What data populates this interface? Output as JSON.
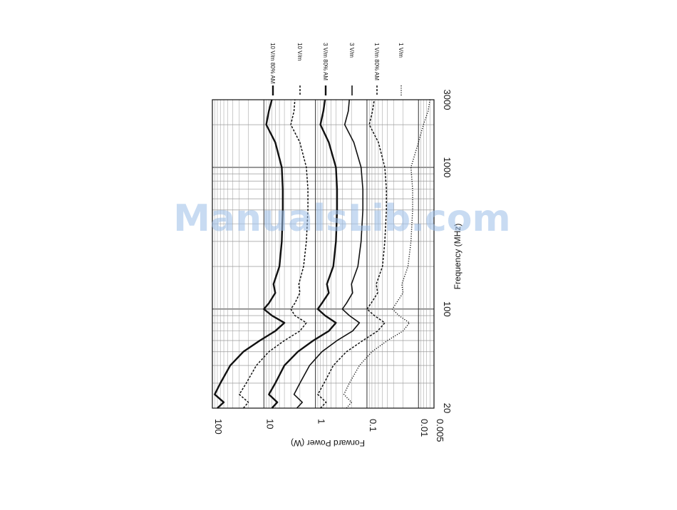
{
  "watermark": "ManualsLib.com",
  "chart_data": {
    "type": "line",
    "orientation": "rotated-90-clockwise",
    "xlabel": "Frequency (MHz)",
    "ylabel": "Forward Power (W)",
    "xscale": "log",
    "yscale": "log",
    "xlim": [
      20,
      3000
    ],
    "ylim": [
      0.005,
      100
    ],
    "xticks": [
      20,
      100,
      1000,
      3000
    ],
    "xtick_labels": [
      "20",
      "100",
      "1000",
      "3000"
    ],
    "yticks": [
      100,
      10,
      1,
      0.1,
      0.01,
      0.005
    ],
    "ytick_labels": [
      "100",
      "10",
      "1",
      "0.1",
      "0.01",
      "0.005"
    ],
    "grid": true,
    "legend_position": "right",
    "series": [
      {
        "name": "10 V/m 80% AM",
        "style": "solid-bold",
        "x": [
          20,
          22,
          25,
          30,
          40,
          50,
          60,
          70,
          80,
          90,
          100,
          110,
          130,
          150,
          200,
          300,
          500,
          700,
          1000,
          1500,
          2000,
          2500,
          3000
        ],
        "y": [
          80,
          60,
          90,
          70,
          45,
          25,
          12,
          6,
          4,
          7,
          10,
          8,
          6,
          6.5,
          5,
          4.5,
          4.3,
          4.3,
          4.5,
          6,
          9,
          8,
          7
        ]
      },
      {
        "name": "10 V/m",
        "style": "dashed",
        "x": [
          20,
          22,
          25,
          30,
          40,
          50,
          60,
          70,
          80,
          90,
          100,
          110,
          130,
          150,
          200,
          300,
          500,
          700,
          1000,
          1500,
          2000,
          2500,
          3000
        ],
        "y": [
          25,
          20,
          30,
          22,
          14,
          8,
          4,
          2,
          1.5,
          2.5,
          3,
          2.5,
          2,
          2.1,
          1.7,
          1.5,
          1.4,
          1.4,
          1.5,
          2,
          3,
          2.6,
          2.5
        ]
      },
      {
        "name": "3 V/m 80% AM",
        "style": "solid-bold",
        "x": [
          20,
          22,
          25,
          30,
          40,
          50,
          60,
          70,
          80,
          90,
          100,
          110,
          130,
          150,
          200,
          300,
          500,
          700,
          1000,
          1500,
          2000,
          2500,
          3000
        ],
        "y": [
          7,
          5.5,
          8,
          6,
          4,
          2.2,
          1.1,
          0.55,
          0.4,
          0.65,
          0.9,
          0.75,
          0.55,
          0.6,
          0.45,
          0.4,
          0.38,
          0.38,
          0.4,
          0.55,
          0.8,
          0.7,
          0.65
        ]
      },
      {
        "name": "3 V/m",
        "style": "solid",
        "x": [
          20,
          22,
          25,
          30,
          40,
          50,
          60,
          70,
          80,
          90,
          100,
          110,
          130,
          150,
          200,
          300,
          500,
          700,
          1000,
          1500,
          2000,
          2500,
          3000
        ],
        "y": [
          2.3,
          1.8,
          2.6,
          2,
          1.3,
          0.75,
          0.38,
          0.19,
          0.14,
          0.22,
          0.3,
          0.25,
          0.19,
          0.2,
          0.15,
          0.13,
          0.12,
          0.12,
          0.13,
          0.18,
          0.27,
          0.23,
          0.22
        ]
      },
      {
        "name": "1 V/m 80% AM",
        "style": "dashed",
        "x": [
          20,
          22,
          25,
          30,
          40,
          50,
          60,
          70,
          80,
          90,
          100,
          110,
          130,
          150,
          200,
          300,
          500,
          700,
          1000,
          1500,
          2000,
          2500,
          3000
        ],
        "y": [
          0.8,
          0.62,
          0.9,
          0.68,
          0.45,
          0.25,
          0.12,
          0.062,
          0.045,
          0.072,
          0.1,
          0.083,
          0.062,
          0.066,
          0.05,
          0.045,
          0.042,
          0.042,
          0.045,
          0.06,
          0.09,
          0.078,
          0.072
        ]
      },
      {
        "name": "1 V/m",
        "style": "dotted",
        "x": [
          20,
          22,
          25,
          30,
          40,
          50,
          60,
          70,
          80,
          90,
          100,
          110,
          130,
          150,
          200,
          300,
          500,
          700,
          1000,
          1500,
          2000,
          2500,
          3000
        ],
        "y": [
          0.25,
          0.2,
          0.28,
          0.22,
          0.14,
          0.08,
          0.04,
          0.02,
          0.015,
          0.024,
          0.032,
          0.027,
          0.02,
          0.021,
          0.016,
          0.014,
          0.013,
          0.013,
          0.014,
          0.01,
          0.008,
          0.0065,
          0.006
        ]
      }
    ]
  }
}
